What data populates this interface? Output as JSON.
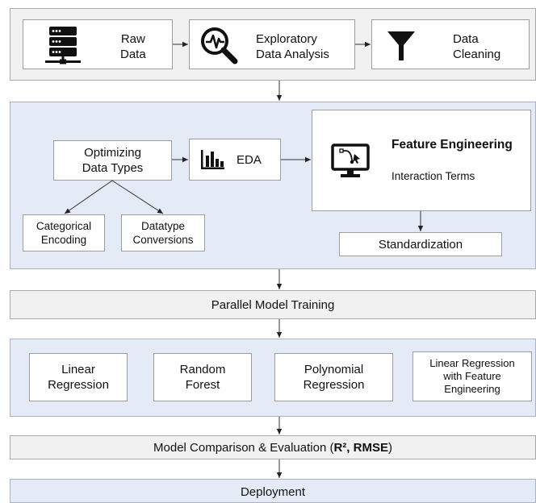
{
  "pipeline": {
    "raw_data": [
      "Raw",
      "Data"
    ],
    "eda_top": [
      "Exploratory",
      "Data Analysis"
    ],
    "data_cleaning": [
      "Data",
      "Cleaning"
    ]
  },
  "feature_stage": {
    "optimizing": [
      "Optimizing",
      "Data Types"
    ],
    "eda": "EDA",
    "categorical": [
      "Categorical",
      "Encoding"
    ],
    "datatype": [
      "Datatype",
      "Conversions"
    ],
    "feature_engineering_title": "Feature Engineering",
    "feature_engineering_sub": "Interaction Terms",
    "standardization": "Standardization"
  },
  "training": "Parallel Model Training",
  "models": [
    [
      "Linear",
      "Regression"
    ],
    [
      "Random",
      "Forest"
    ],
    [
      "Polynomial",
      "Regression"
    ],
    [
      "Linear Regression",
      "with Feature",
      "Engineering"
    ]
  ],
  "evaluation": {
    "prefix": "Model Comparison & Evaluation (",
    "metrics": "R², RMSE",
    "suffix": ")"
  },
  "deployment": "Deployment",
  "icons": [
    "database-server-icon",
    "magnifier-pulse-icon",
    "funnel-icon",
    "bar-chart-icon",
    "monitor-vector-icon"
  ]
}
